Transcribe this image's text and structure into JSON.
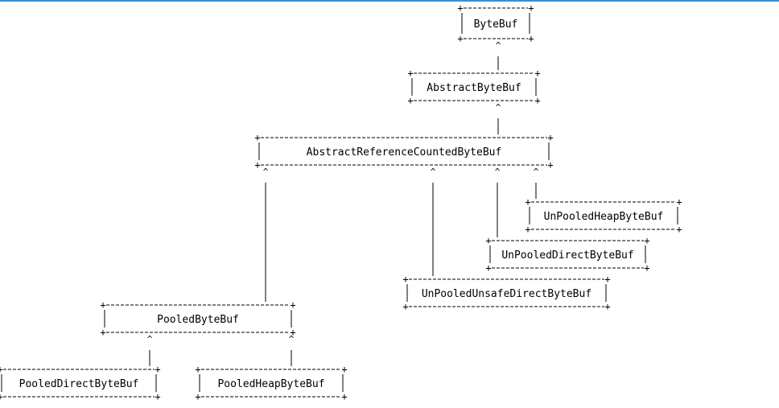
{
  "diagram": {
    "nodes": [
      {
        "id": "bytebuf",
        "label": "ByteBuf"
      },
      {
        "id": "abstract",
        "label": "AbstractByteBuf"
      },
      {
        "id": "refcounted",
        "label": "AbstractReferenceCountedByteBuf"
      },
      {
        "id": "uheap",
        "label": "UnPooledHeapByteBuf"
      },
      {
        "id": "udirect",
        "label": "UnPooledDirectByteBuf"
      },
      {
        "id": "uunsafe",
        "label": "UnPooledUnsafeDirectByteBuf"
      },
      {
        "id": "pooled",
        "label": "PooledByteBuf"
      },
      {
        "id": "pdirect",
        "label": "PooledDirectByteBuf"
      },
      {
        "id": "pheap",
        "label": "PooledHeapByteBuf"
      }
    ],
    "edges": [
      {
        "from": "abstract",
        "to": "bytebuf"
      },
      {
        "from": "refcounted",
        "to": "abstract"
      },
      {
        "from": "pooled",
        "to": "refcounted"
      },
      {
        "from": "uunsafe",
        "to": "refcounted"
      },
      {
        "from": "udirect",
        "to": "refcounted"
      },
      {
        "from": "uheap",
        "to": "refcounted"
      },
      {
        "from": "pdirect",
        "to": "pooled"
      },
      {
        "from": "pheap",
        "to": "pooled"
      }
    ]
  }
}
